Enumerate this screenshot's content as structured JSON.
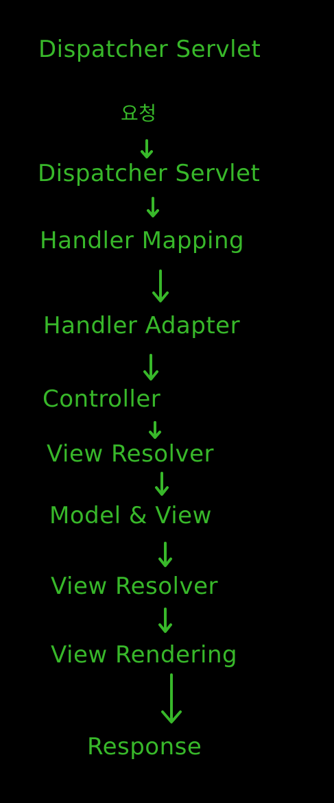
{
  "colors": {
    "background": "#000000",
    "ink": "#38b82a"
  },
  "diagram": {
    "title": "Dispatcher Servlet",
    "request": "요청",
    "steps": [
      "Dispatcher Servlet",
      "Handler Mapping",
      "Handler Adapter",
      "Controller",
      "View Resolver",
      "Model & View",
      "View Resolver",
      "View Rendering",
      "Response"
    ]
  }
}
